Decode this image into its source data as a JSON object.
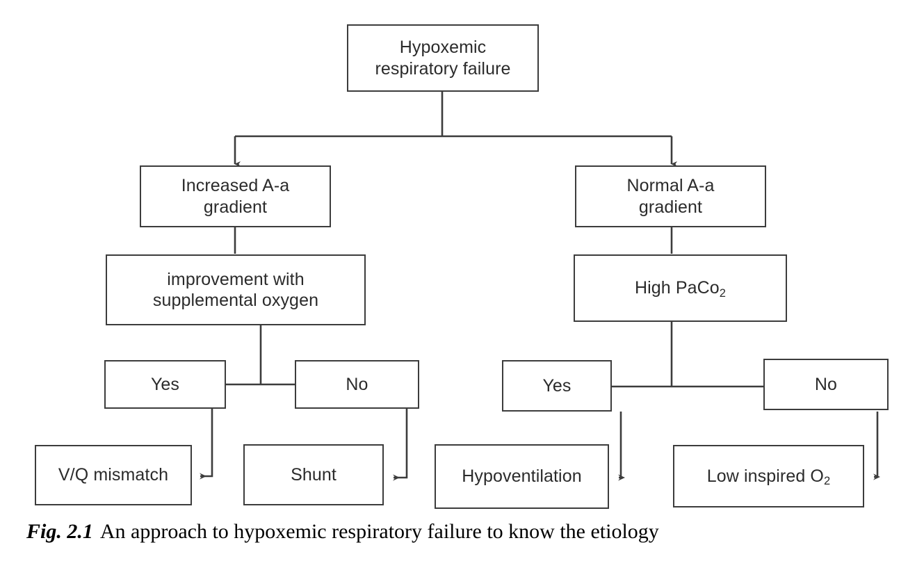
{
  "figure": {
    "caption_label": "Fig. 2.1",
    "caption_text": "An approach to hypoxemic respiratory failure to know the etiology"
  },
  "style": {
    "line_color": "#3c3c3c",
    "box_fill": "#ffffff",
    "text_color": "#2b2b2b",
    "caption_color": "#000000"
  },
  "chart_data": {
    "type": "diagram",
    "title": "An approach to hypoxemic respiratory failure to know the etiology",
    "orientation": "top-down decision tree",
    "nodes": [
      {
        "id": "root",
        "label": "Hypoxemic\nrespiratory failure",
        "level": 0
      },
      {
        "id": "inc-aa",
        "label": "Increased A-a\ngradient",
        "level": 1
      },
      {
        "id": "norm-aa",
        "label": "Normal A-a\ngradient",
        "level": 1
      },
      {
        "id": "improve-o2",
        "label": "improvement with\nsupplemental oxygen",
        "level": 2
      },
      {
        "id": "high-paco2",
        "label": "High PaCo2",
        "level": 2
      },
      {
        "id": "left-yes",
        "label": "Yes",
        "level": 3
      },
      {
        "id": "left-no",
        "label": "No",
        "level": 3
      },
      {
        "id": "right-yes",
        "label": "Yes",
        "level": 3
      },
      {
        "id": "right-no",
        "label": "No",
        "level": 3
      },
      {
        "id": "vq",
        "label": "V/Q mismatch",
        "level": 4
      },
      {
        "id": "shunt",
        "label": "Shunt",
        "level": 4
      },
      {
        "id": "hypovent",
        "label": "Hypoventilation",
        "level": 4
      },
      {
        "id": "low-o2",
        "label": "Low inspired O2",
        "level": 4
      }
    ],
    "edges": [
      {
        "from": "root",
        "to": "inc-aa",
        "arrow": true
      },
      {
        "from": "root",
        "to": "norm-aa",
        "arrow": true
      },
      {
        "from": "inc-aa",
        "to": "improve-o2",
        "arrow": false
      },
      {
        "from": "norm-aa",
        "to": "high-paco2",
        "arrow": false
      },
      {
        "from": "improve-o2",
        "to": "left-yes",
        "arrow": false
      },
      {
        "from": "improve-o2",
        "to": "left-no",
        "arrow": false
      },
      {
        "from": "high-paco2",
        "to": "right-yes",
        "arrow": false
      },
      {
        "from": "high-paco2",
        "to": "right-no",
        "arrow": false
      },
      {
        "from": "left-yes",
        "to": "vq",
        "arrow": true
      },
      {
        "from": "left-no",
        "to": "shunt",
        "arrow": true
      },
      {
        "from": "right-yes",
        "to": "hypovent",
        "arrow": true
      },
      {
        "from": "right-no",
        "to": "low-o2",
        "arrow": true
      }
    ]
  },
  "nodes": {
    "root": {
      "line1": "Hypoxemic",
      "line2": "respiratory failure"
    },
    "increased_aa": {
      "line1": "Increased A-a",
      "line2": "gradient"
    },
    "normal_aa": {
      "line1": "Normal A-a",
      "line2": "gradient"
    },
    "improvement": {
      "line1": "improvement with",
      "line2": "supplemental oxygen"
    },
    "high_paco2": {
      "prefix": "High PaCo",
      "sub": "2"
    },
    "left_yes": {
      "label": "Yes"
    },
    "left_no": {
      "label": "No"
    },
    "right_yes": {
      "label": "Yes"
    },
    "right_no": {
      "label": "No"
    },
    "vq_mismatch": {
      "label": "V/Q mismatch"
    },
    "shunt": {
      "label": "Shunt"
    },
    "hypoventilation": {
      "label": "Hypoventilation"
    },
    "low_inspired_o2": {
      "prefix": "Low inspired O",
      "sub": "2"
    }
  }
}
